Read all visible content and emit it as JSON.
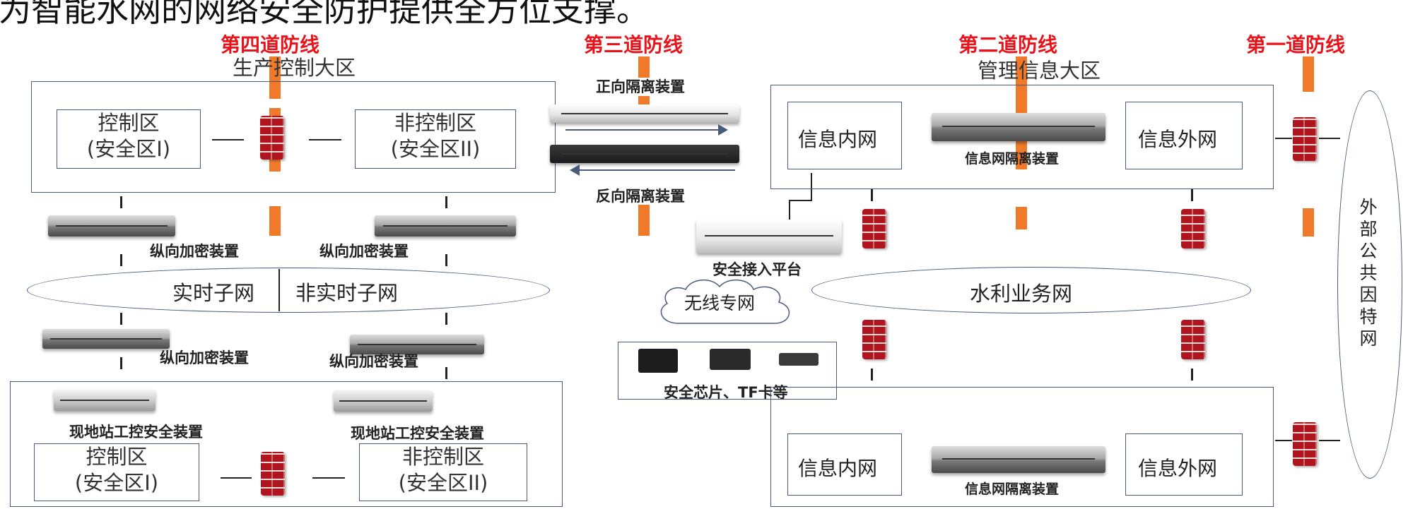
{
  "header": {
    "text": "为智能水网的网络安全防护提供全方位支撑。"
  },
  "defense_lines": [
    "第四道防线",
    "第三道防线",
    "第二道防线",
    "第一道防线"
  ],
  "production": {
    "title": "生产控制大区",
    "control_zone": "控制区",
    "control_zone_sub": "(安全区I)",
    "noncontrol_zone": "非控制区",
    "noncontrol_zone_sub": "(安全区II)",
    "encrypt_label": "纵向加密装置",
    "realtime": "实时子网",
    "nonrealtime": "非实时子网",
    "field_device_label": "现地站工控安全装置",
    "field_control_zone": "控制区",
    "field_control_zone_sub": "(安全区I)",
    "field_noncontrol_zone": "非控制区",
    "field_noncontrol_zone_sub": "(安全区II)"
  },
  "isolation": {
    "forward": "正向隔离装置",
    "reverse": "反向隔离装置"
  },
  "middle": {
    "access_platform": "安全接入平台",
    "wireless": "无线专网",
    "chips": "安全芯片、TF卡等"
  },
  "management": {
    "title": "管理信息大区",
    "intranet": "信息内网",
    "extranet": "信息外网",
    "isolator": "信息网隔离装置",
    "water_network": "水利业务网"
  },
  "internet": {
    "label": "外部公共因特网"
  },
  "colors": {
    "defense": "#e8141c",
    "dash": "#f07a2a",
    "border": "#4a5a7a"
  }
}
